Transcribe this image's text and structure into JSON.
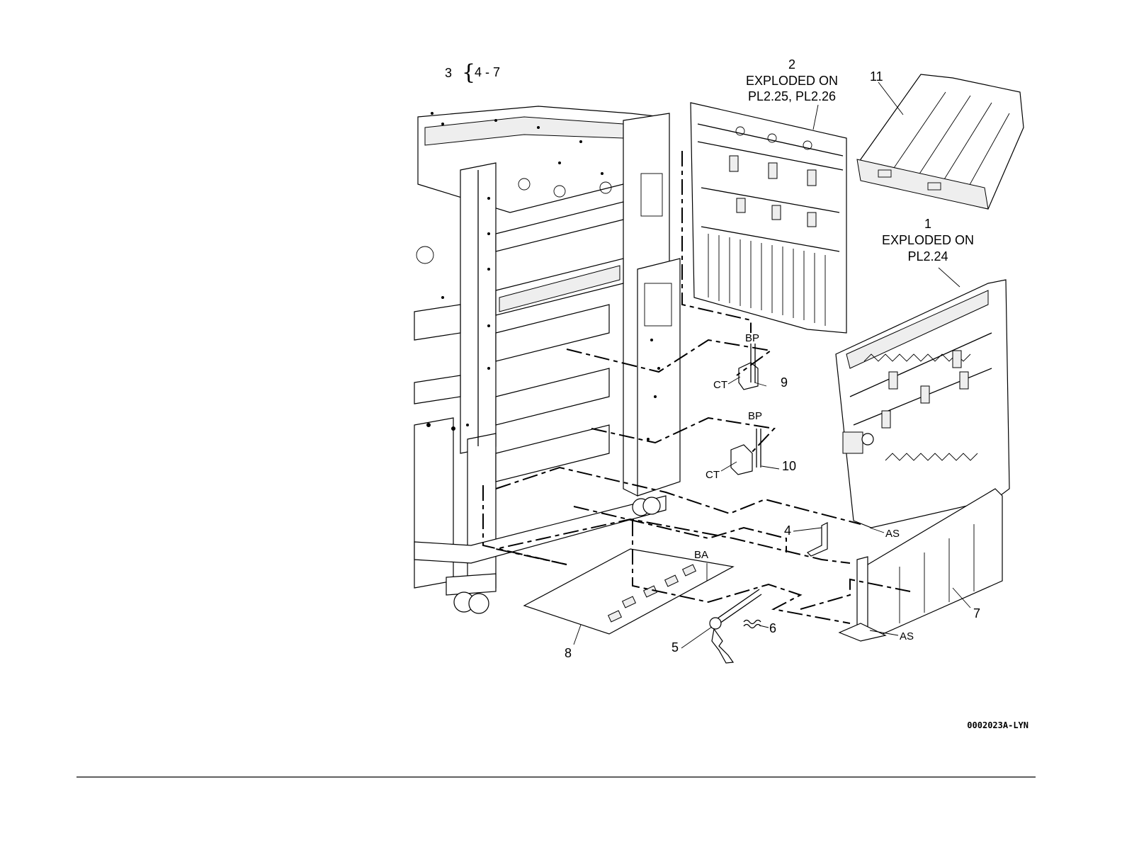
{
  "figure": {
    "group_label": {
      "number": "3",
      "range": "4 - 7"
    },
    "callouts": {
      "p1": "1",
      "p1_note_a": "EXPLODED ON",
      "p1_note_b": "PL2.24",
      "p2": "2",
      "p2_note_a": "EXPLODED ON",
      "p2_note_b": "PL2.25, PL2.26",
      "p4": "4",
      "p5": "5",
      "p6": "6",
      "p7": "7",
      "p8": "8",
      "p9": "9",
      "p10": "10",
      "p11": "11"
    },
    "codes": {
      "bp_upper": "BP",
      "ct_upper": "CT",
      "bp_lower": "BP",
      "ct_lower": "CT",
      "ba": "BA",
      "as_upper": "AS",
      "as_lower": "AS"
    },
    "figure_id": "0002023A-LYN"
  }
}
